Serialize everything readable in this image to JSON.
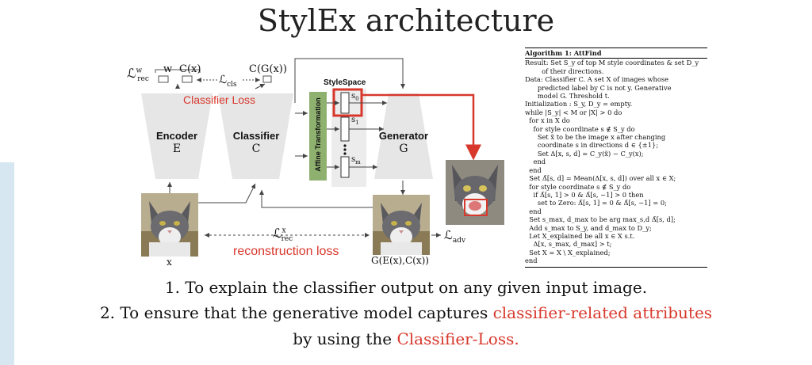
{
  "title": "StylEx architecture",
  "diagram": {
    "encoder": {
      "label": "Encoder",
      "symbol": "E"
    },
    "classifier": {
      "label": "Classifier",
      "symbol": "C"
    },
    "generator": {
      "label": "Generator",
      "symbol": "G"
    },
    "affine": "Affine Transformation",
    "stylespace": "StyleSpace",
    "s0": "s",
    "s0_sub": "0",
    "s1": "s",
    "s1_sub": "1",
    "sm": "s",
    "sm_sub": "m",
    "w": "w",
    "cx": "C(x)",
    "cgx": "C(G(x))",
    "loss_rec_w": "ℒ",
    "loss_rec_w_sup": "w",
    "loss_rec_w_sub": "rec",
    "loss_cls": "ℒ",
    "loss_cls_sub": "cls",
    "classifier_loss": "Classifier Loss",
    "loss_rec_x": "ℒ",
    "loss_rec_x_sup": "x",
    "loss_rec_x_sub": "rec",
    "reconstruction_loss": "reconstruction loss",
    "loss_adv": "ℒ",
    "loss_adv_sub": "adv",
    "input_label": "x",
    "output_label": "G(E(x),C(x))"
  },
  "algorithm": {
    "header": "Algorithm 1: AttFind",
    "lines": [
      "Result: Set S_y of top M style coordinates & set D_y",
      "        of their directions.",
      "Data: Classifier C. A set X of images whose",
      "      predicted label by C is not y. Generative",
      "      model G. Threshold t.",
      "Initialization : S_y, D_y = empty.",
      "while |S_y| < M or |X| > 0 do",
      "  for x in X do",
      "    for style coordinate s ∉ S_y do",
      "      Set x̃ to be the image x after changing",
      "      coordinate s in directions d ∈ {±1};",
      "      Set Δ[x, s, d] = C_y(x̃) − C_y(x);",
      "    end",
      "  end",
      "  Set Δ̄[s, d] = Mean(Δ[x, s, d]) over all x ∈ X;",
      "  for style coordinate s ∉ S_y do",
      "    if Δ̄[s, 1] > 0 & Δ̄[s, −1] > 0 then",
      "      set to Zero: Δ̄[s, 1] = 0 & Δ̄[s, −1] = 0;",
      "  end",
      "  Set s_max, d_max to be arg max_s,d Δ̄[s, d];",
      "  Add s_max to S_y, and d_max to D_y;",
      "  Let X_explained be all x ∈ X s.t.",
      "    Δ[x, s_max, d_max] > t;",
      "  Set X = X \\ X_explained;",
      "end"
    ]
  },
  "bottom": {
    "line1": "1.  To explain the classifier output on any given input image.",
    "line2_prefix": "2.  To ensure that the generative model captures ",
    "line2_highlight": "classifier-related attributes",
    "line3_prefix": "by using the ",
    "line3_highlight": "Classifier-Loss."
  },
  "colors": {
    "accent_red": "#d8382c",
    "affine_green": "#8fb170",
    "block_gray": "#e6e6e6"
  }
}
